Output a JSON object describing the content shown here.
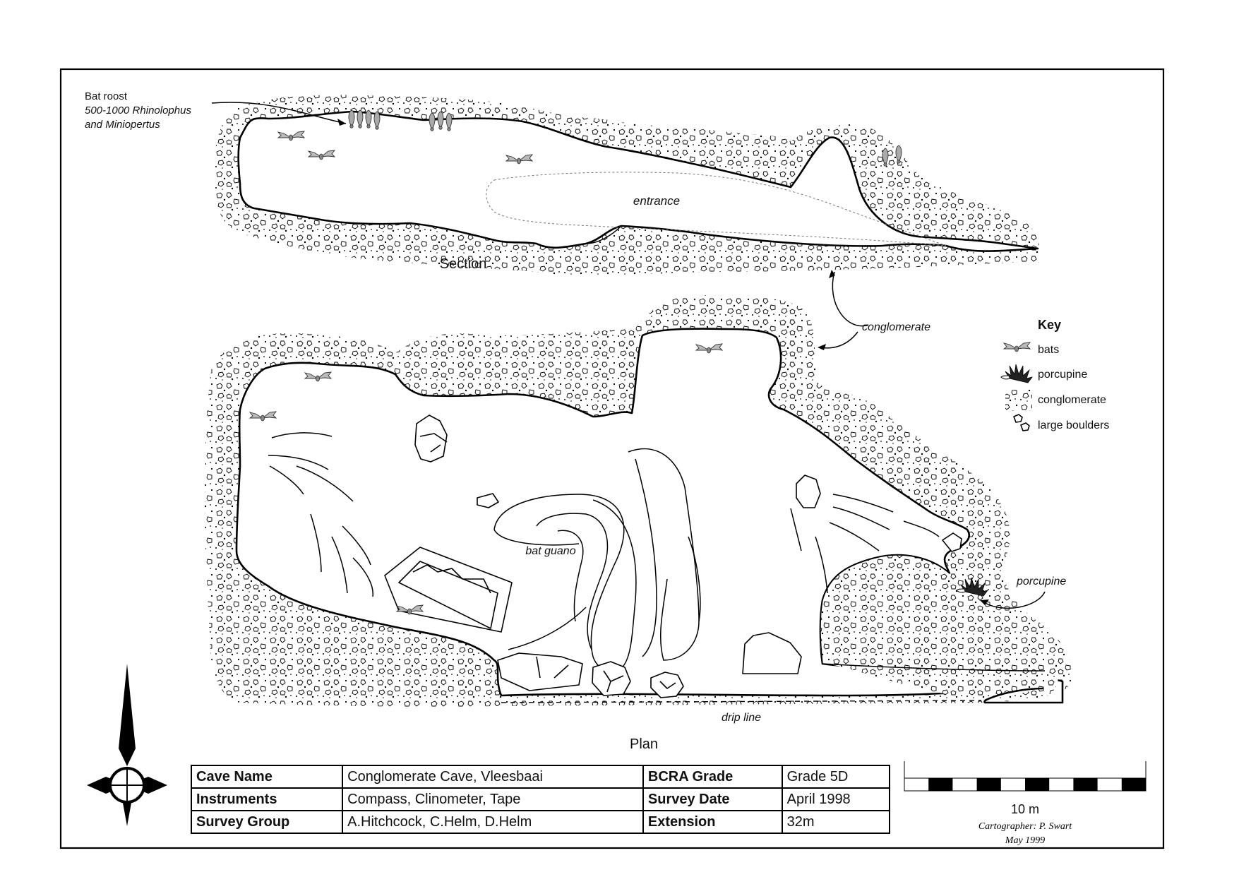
{
  "labels": {
    "bat_roost_title": "Bat roost",
    "bat_roost_line1": "500-1000 Rhinolophus",
    "bat_roost_line2": "and Miniopertus",
    "entrance": "entrance",
    "section": "Section",
    "conglomerate": "conglomerate",
    "bat_guano": "bat guano",
    "porcupine": "porcupine",
    "drip_line": "drip line",
    "plan": "Plan"
  },
  "key": {
    "title": "Key",
    "items": [
      {
        "icon": "bat-icon",
        "label": "bats"
      },
      {
        "icon": "porcupine-icon",
        "label": "porcupine"
      },
      {
        "icon": "conglomerate-swatch",
        "label": "conglomerate"
      },
      {
        "icon": "boulder-icon",
        "label": "large boulders"
      }
    ]
  },
  "info_table": {
    "rows": [
      {
        "k1": "Cave Name",
        "v1": "Conglomerate Cave, Vleesbaai",
        "k2": "BCRA Grade",
        "v2": "Grade 5D"
      },
      {
        "k1": "Instruments",
        "v1": "Compass, Clinometer, Tape",
        "k2": "Survey Date",
        "v2": "April 1998"
      },
      {
        "k1": "Survey Group",
        "v1": "A.Hitchcock, C.Helm, D.Helm",
        "k2": "Extension",
        "v2": "32m"
      }
    ]
  },
  "scale": {
    "label": "10 m",
    "segments": 10
  },
  "credits": {
    "cartographer": "Cartographer: P. Swart",
    "date": "May 1999"
  },
  "compass": {
    "icon": "north-arrow-icon"
  }
}
